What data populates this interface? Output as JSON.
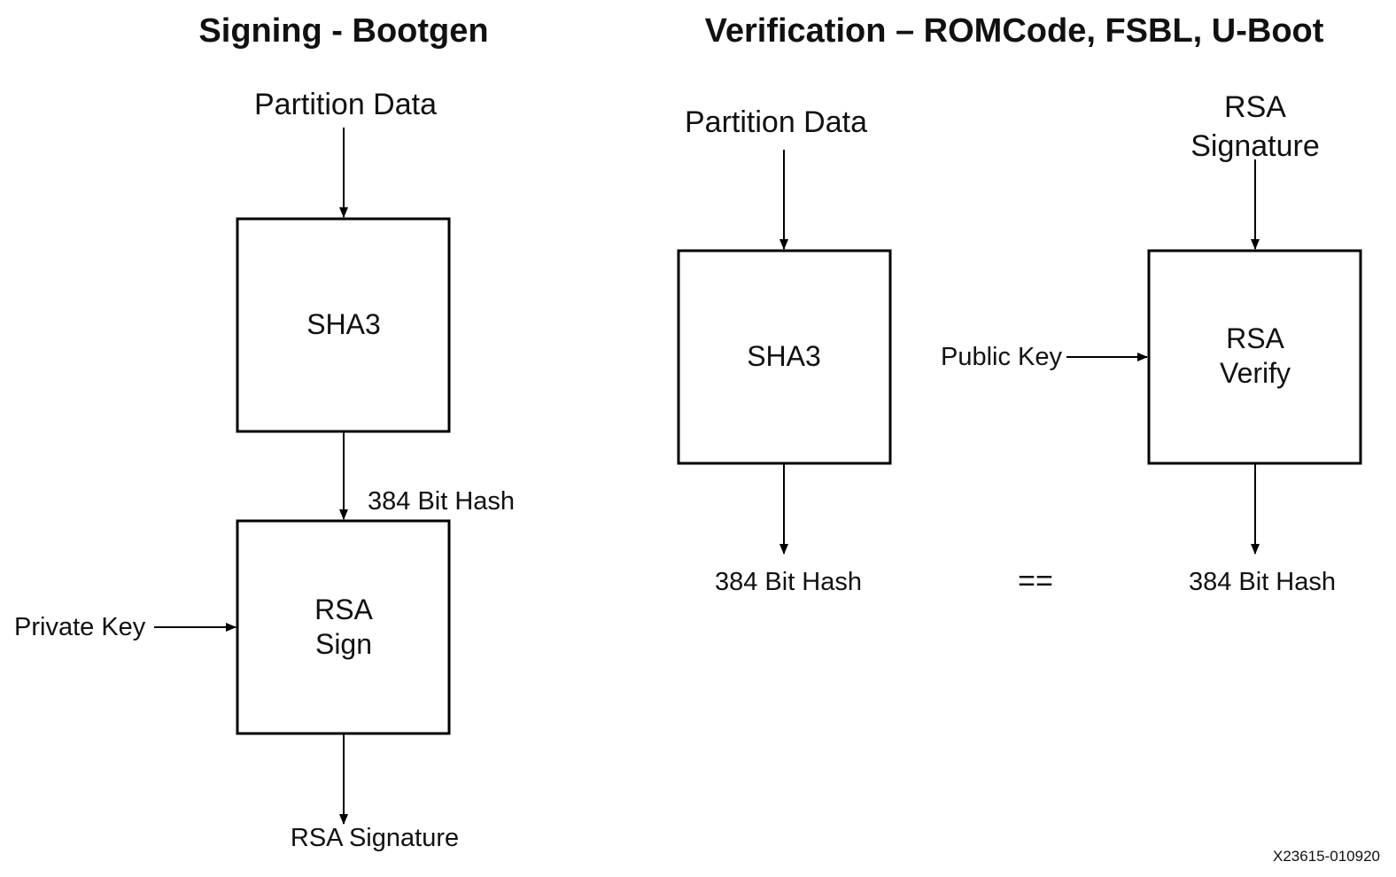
{
  "signing": {
    "title": "Signing - Bootgen",
    "input_label": "Partition Data",
    "hash_box": "SHA3",
    "hash_output": "384 Bit Hash",
    "sign_box_line1": "RSA",
    "sign_box_line2": "Sign",
    "key_label": "Private Key",
    "output_label": "RSA Signature"
  },
  "verification": {
    "title": "Verification – ROMCode, FSBL, U-Boot",
    "input_label": "Partition Data",
    "hash_box": "SHA3",
    "hash_output": "384 Bit Hash",
    "signature_line1": "RSA",
    "signature_line2": "Signature",
    "key_label": "Public Key",
    "verify_box_line1": "RSA",
    "verify_box_line2": "Verify",
    "verify_output": "384 Bit Hash",
    "compare": "=="
  },
  "figure_id": "X23615-010920"
}
